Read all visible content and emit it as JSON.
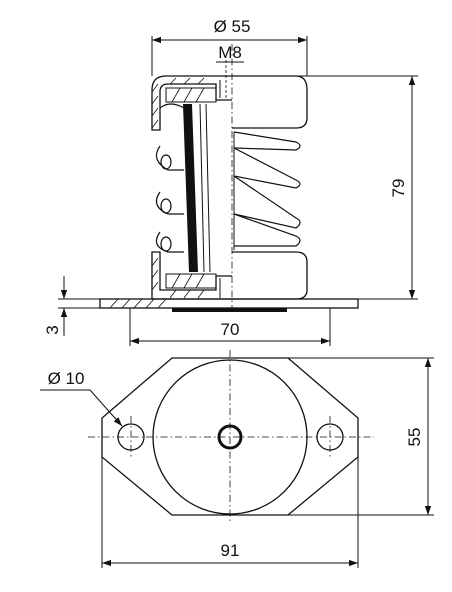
{
  "dimensions": {
    "top_diameter": "Ø 55",
    "thread": "M8",
    "height": "79",
    "base_thickness": "3",
    "base_width": "70",
    "hole_diameter": "Ø 10",
    "plate_height": "55",
    "plate_length": "91"
  }
}
